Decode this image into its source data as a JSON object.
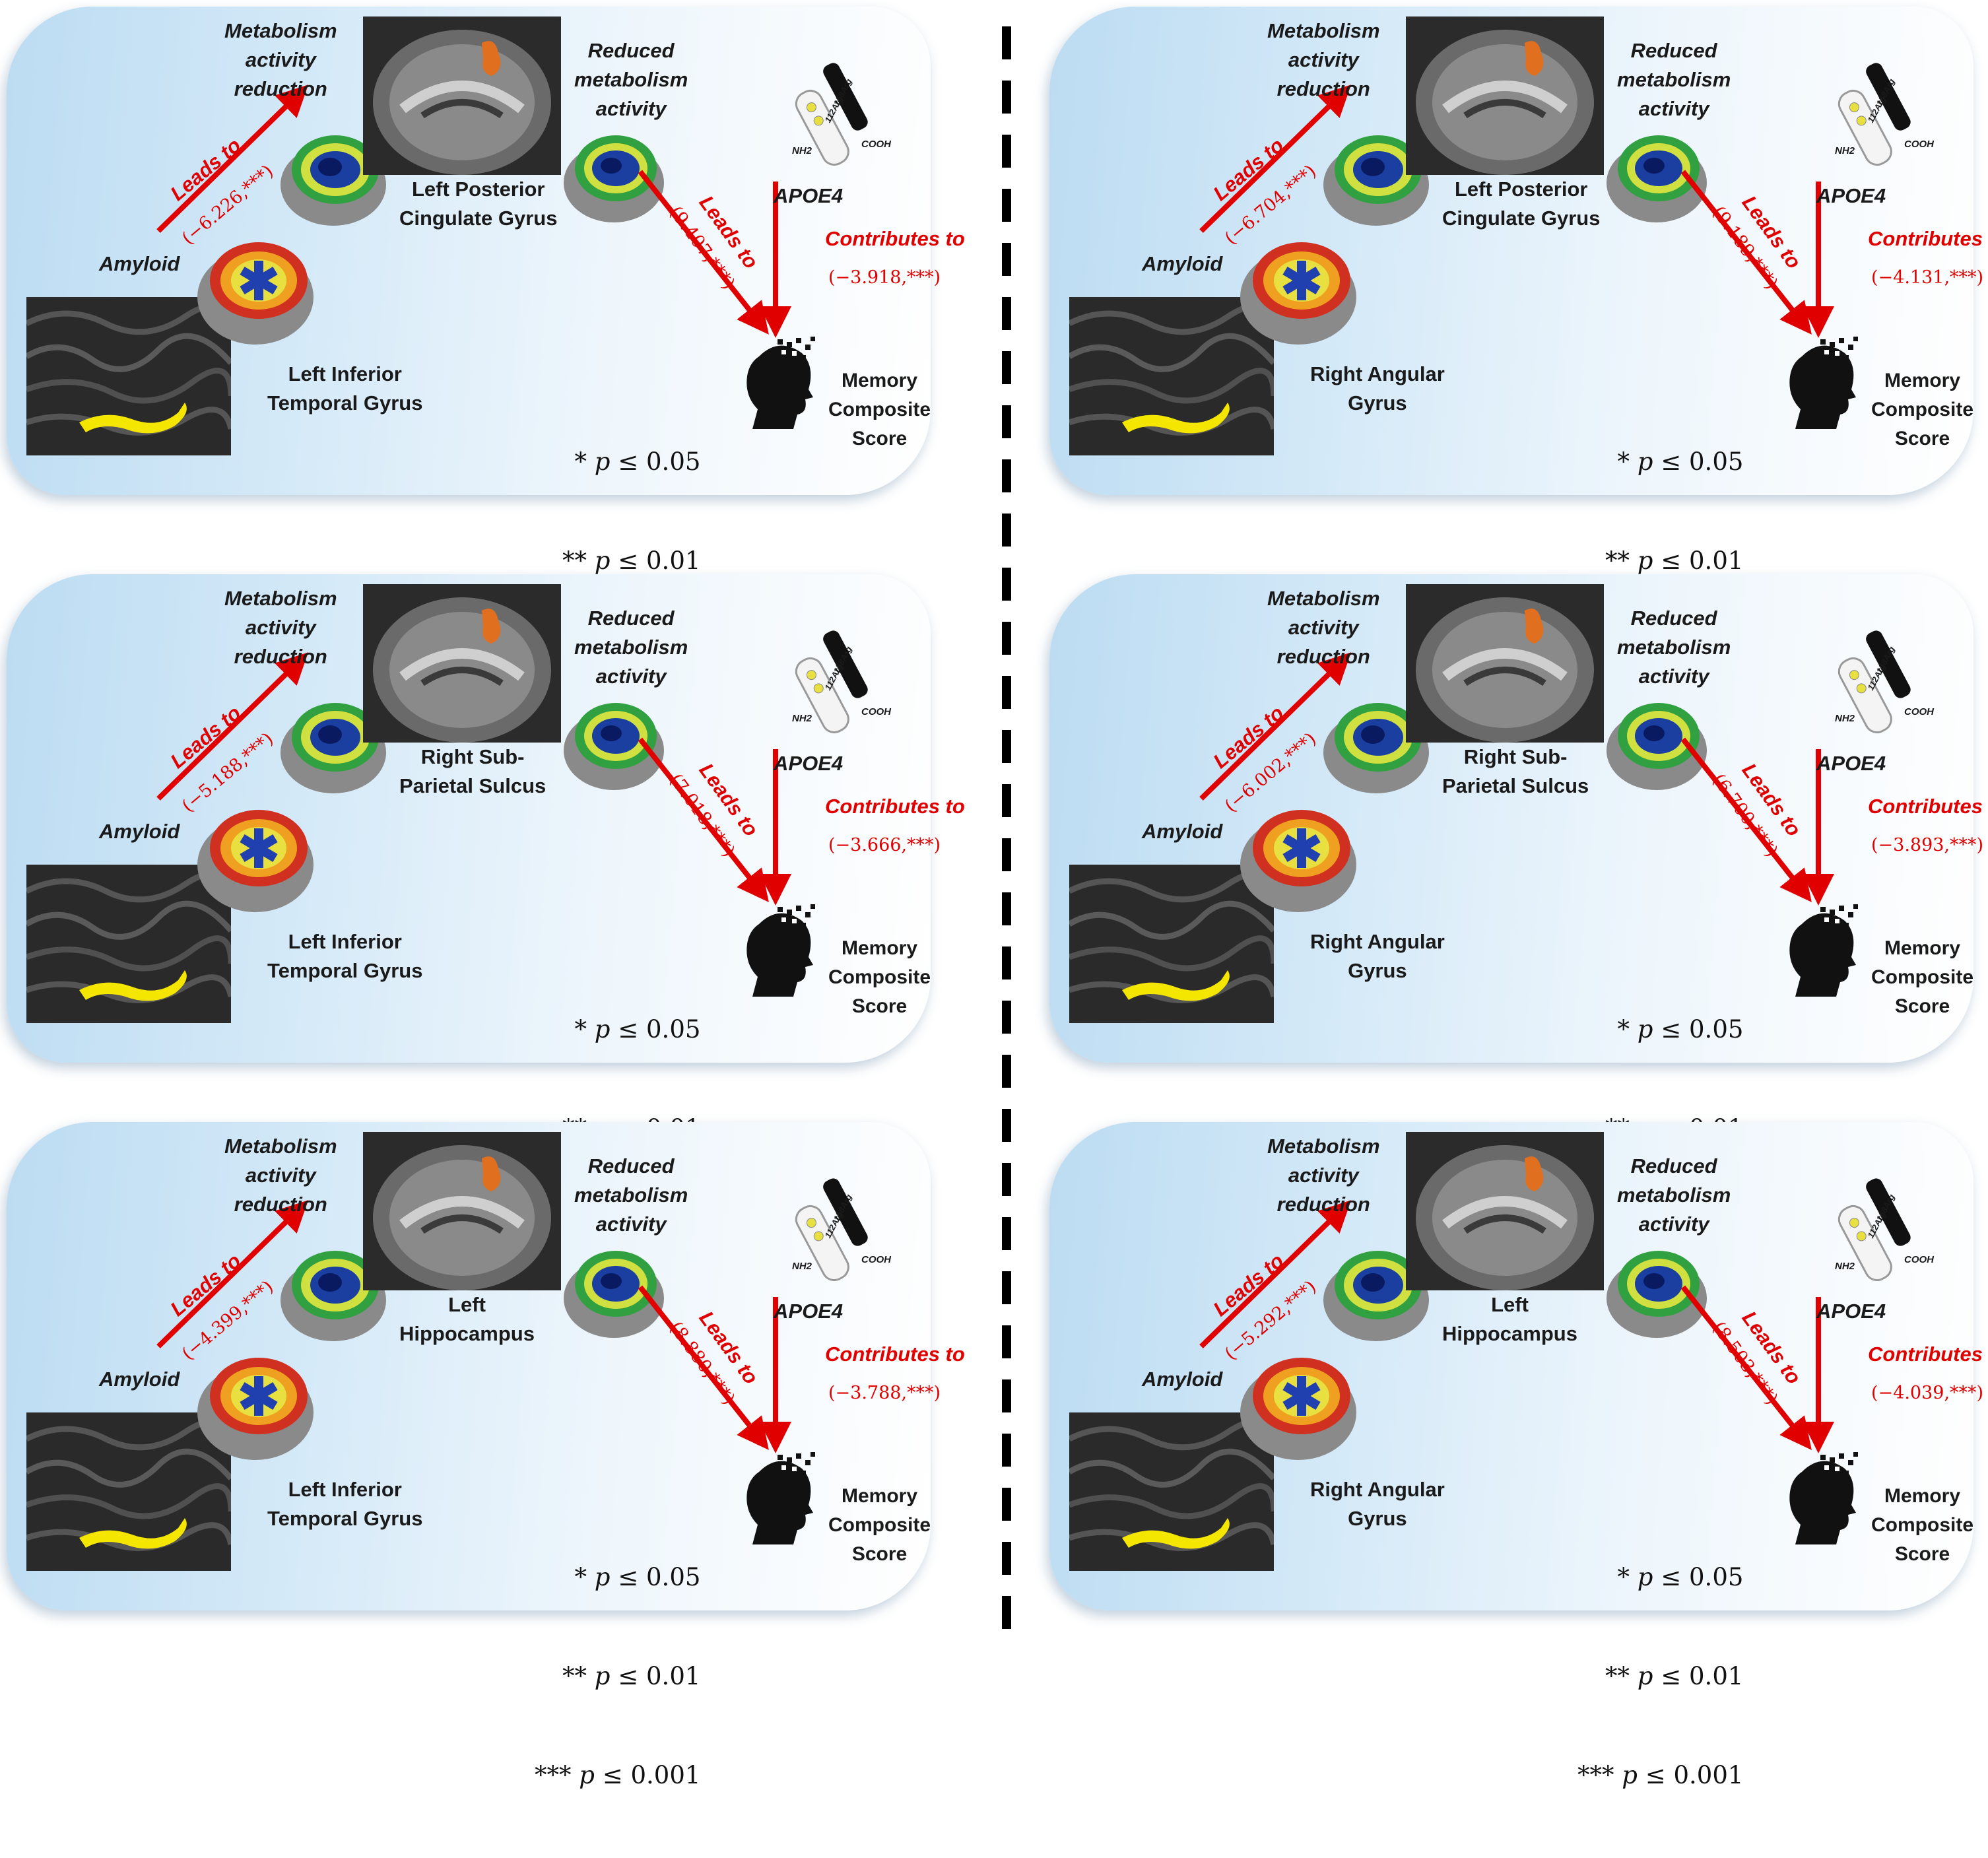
{
  "panels": [
    {
      "region": "Left Posterior\nCingulate Gyrus",
      "amyloid_region": "Left Inferior\nTemporal Gyrus",
      "leads_to_1": "(−6.226,***)",
      "leads_to_2": "(9.407,***)",
      "contributes": "(−3.918,***)"
    },
    {
      "region": "Left Posterior\nCingulate Gyrus",
      "amyloid_region": "Right Angular\nGyrus",
      "leads_to_1": "(−6.704,***)",
      "leads_to_2": "(9.189,***)",
      "contributes": "(−4.131,***)"
    },
    {
      "region": "Right Sub-\nParietal Sulcus",
      "amyloid_region": "Left Inferior\nTemporal Gyrus",
      "leads_to_1": "(−5.188,***)",
      "leads_to_2": "(7.018,***)",
      "contributes": "(−3.666,***)"
    },
    {
      "region": "Right Sub-\nParietal Sulcus",
      "amyloid_region": "Right Angular\nGyrus",
      "leads_to_1": "(−6.002,***)",
      "leads_to_2": "(6.700,***)",
      "contributes": "(−3.893,***)"
    },
    {
      "region": "Left\nHippocampus",
      "amyloid_region": "Left Inferior\nTemporal Gyrus",
      "leads_to_1": "(−4.399,***)",
      "leads_to_2": "(8.880,***)",
      "contributes": "(−3.788,***)"
    },
    {
      "region": "Left\nHippocampus",
      "amyloid_region": "Right Angular\nGyrus",
      "leads_to_1": "(−5.292,***)",
      "leads_to_2": "(8.503,***)",
      "contributes": "(−4.039,***)"
    }
  ],
  "labels": {
    "metabolism": "Metabolism\nactivity\nreduction",
    "reduced": "Reduced\nmetabolism\nactivity",
    "apoe4": "APOE4",
    "amyloid": "Amyloid",
    "leads_to": "Leads to",
    "contributes_to": "Contributes to",
    "memory": "Memory\nComposite\nScore",
    "nh2": "NH2",
    "cooh": "COOH",
    "arg158": "158Arg",
    "arg112": "112Arg"
  },
  "significance": {
    "stars": [
      "*",
      "**",
      "***"
    ],
    "p_symbol": "p",
    "thresholds": [
      "≤ 0.05",
      "≤ 0.01",
      "≤ 0.001"
    ]
  },
  "colors": {
    "arrow": "#e00000",
    "roi_highlight": "#e07020",
    "amyloid_roi": "#f5e600"
  }
}
